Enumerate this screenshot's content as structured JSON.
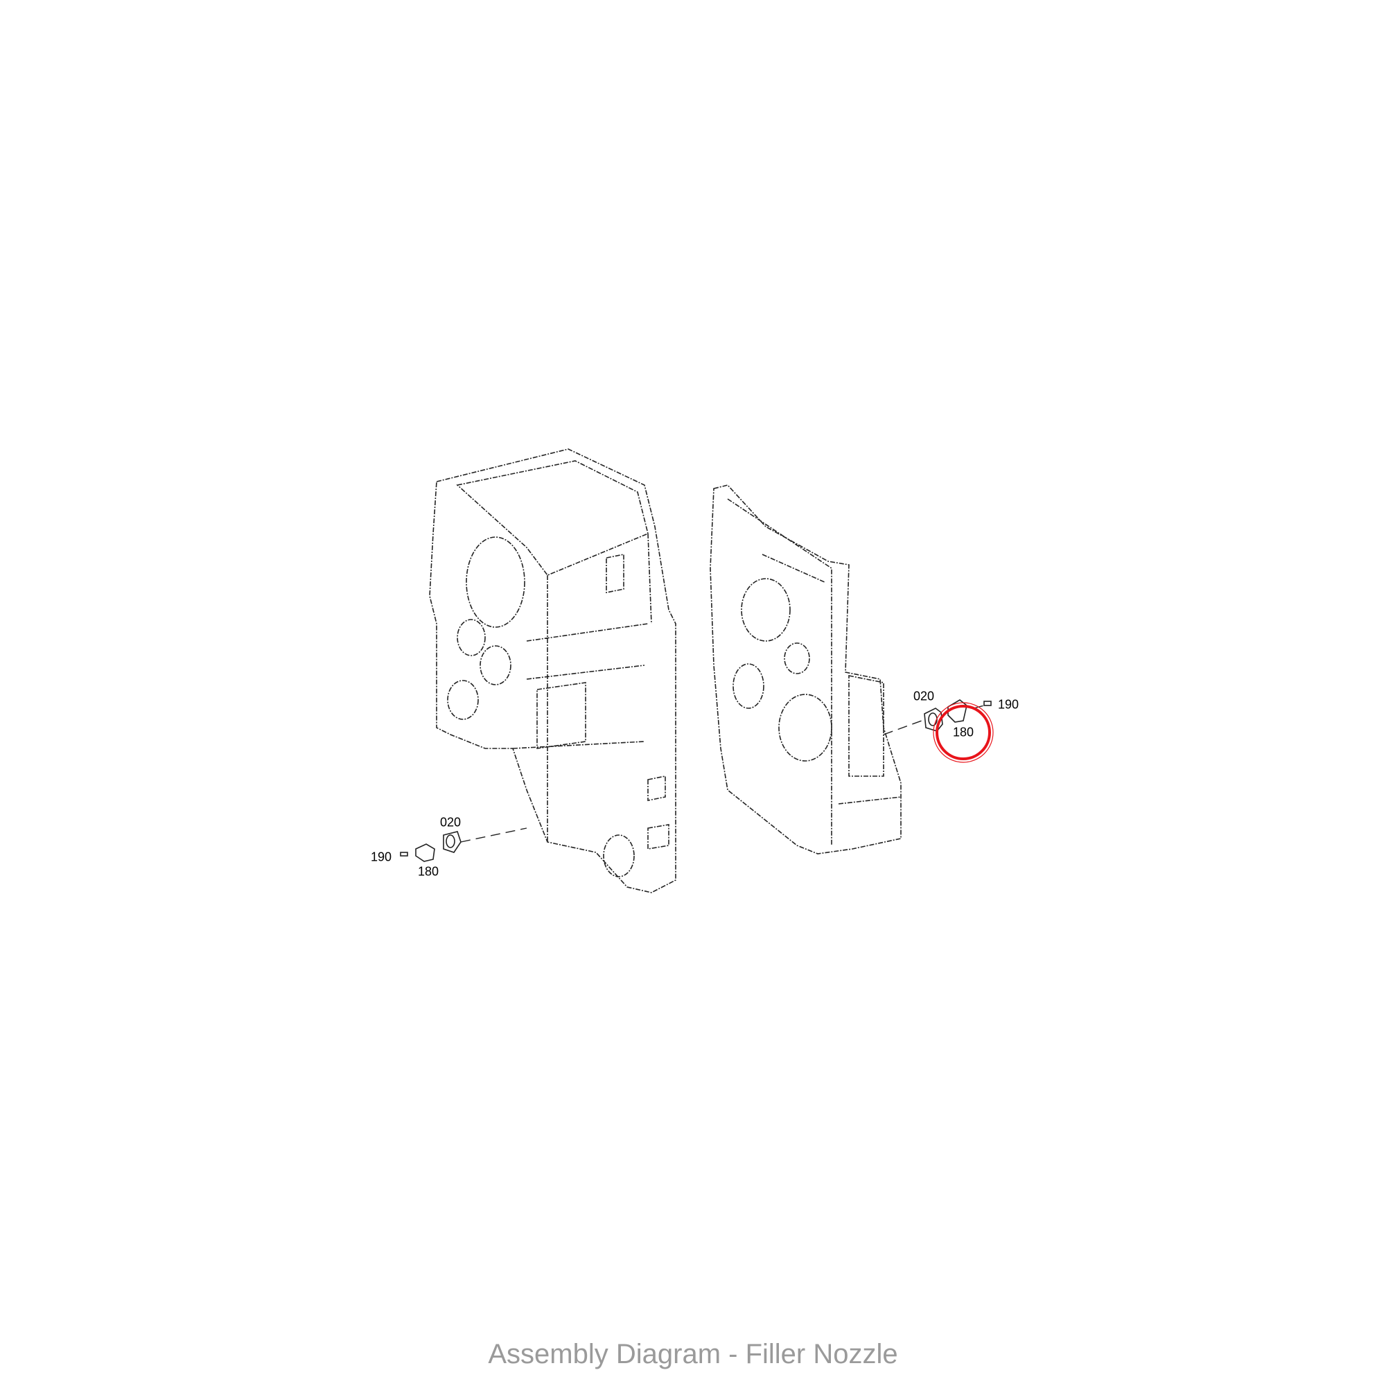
{
  "title": "Assembly Diagram - Filler Nozzle",
  "callouts": {
    "right_020": "020",
    "right_180": "180",
    "right_190": "190",
    "left_020": "020",
    "left_180": "180",
    "left_190": "190"
  },
  "highlight_color": "#e8141b"
}
